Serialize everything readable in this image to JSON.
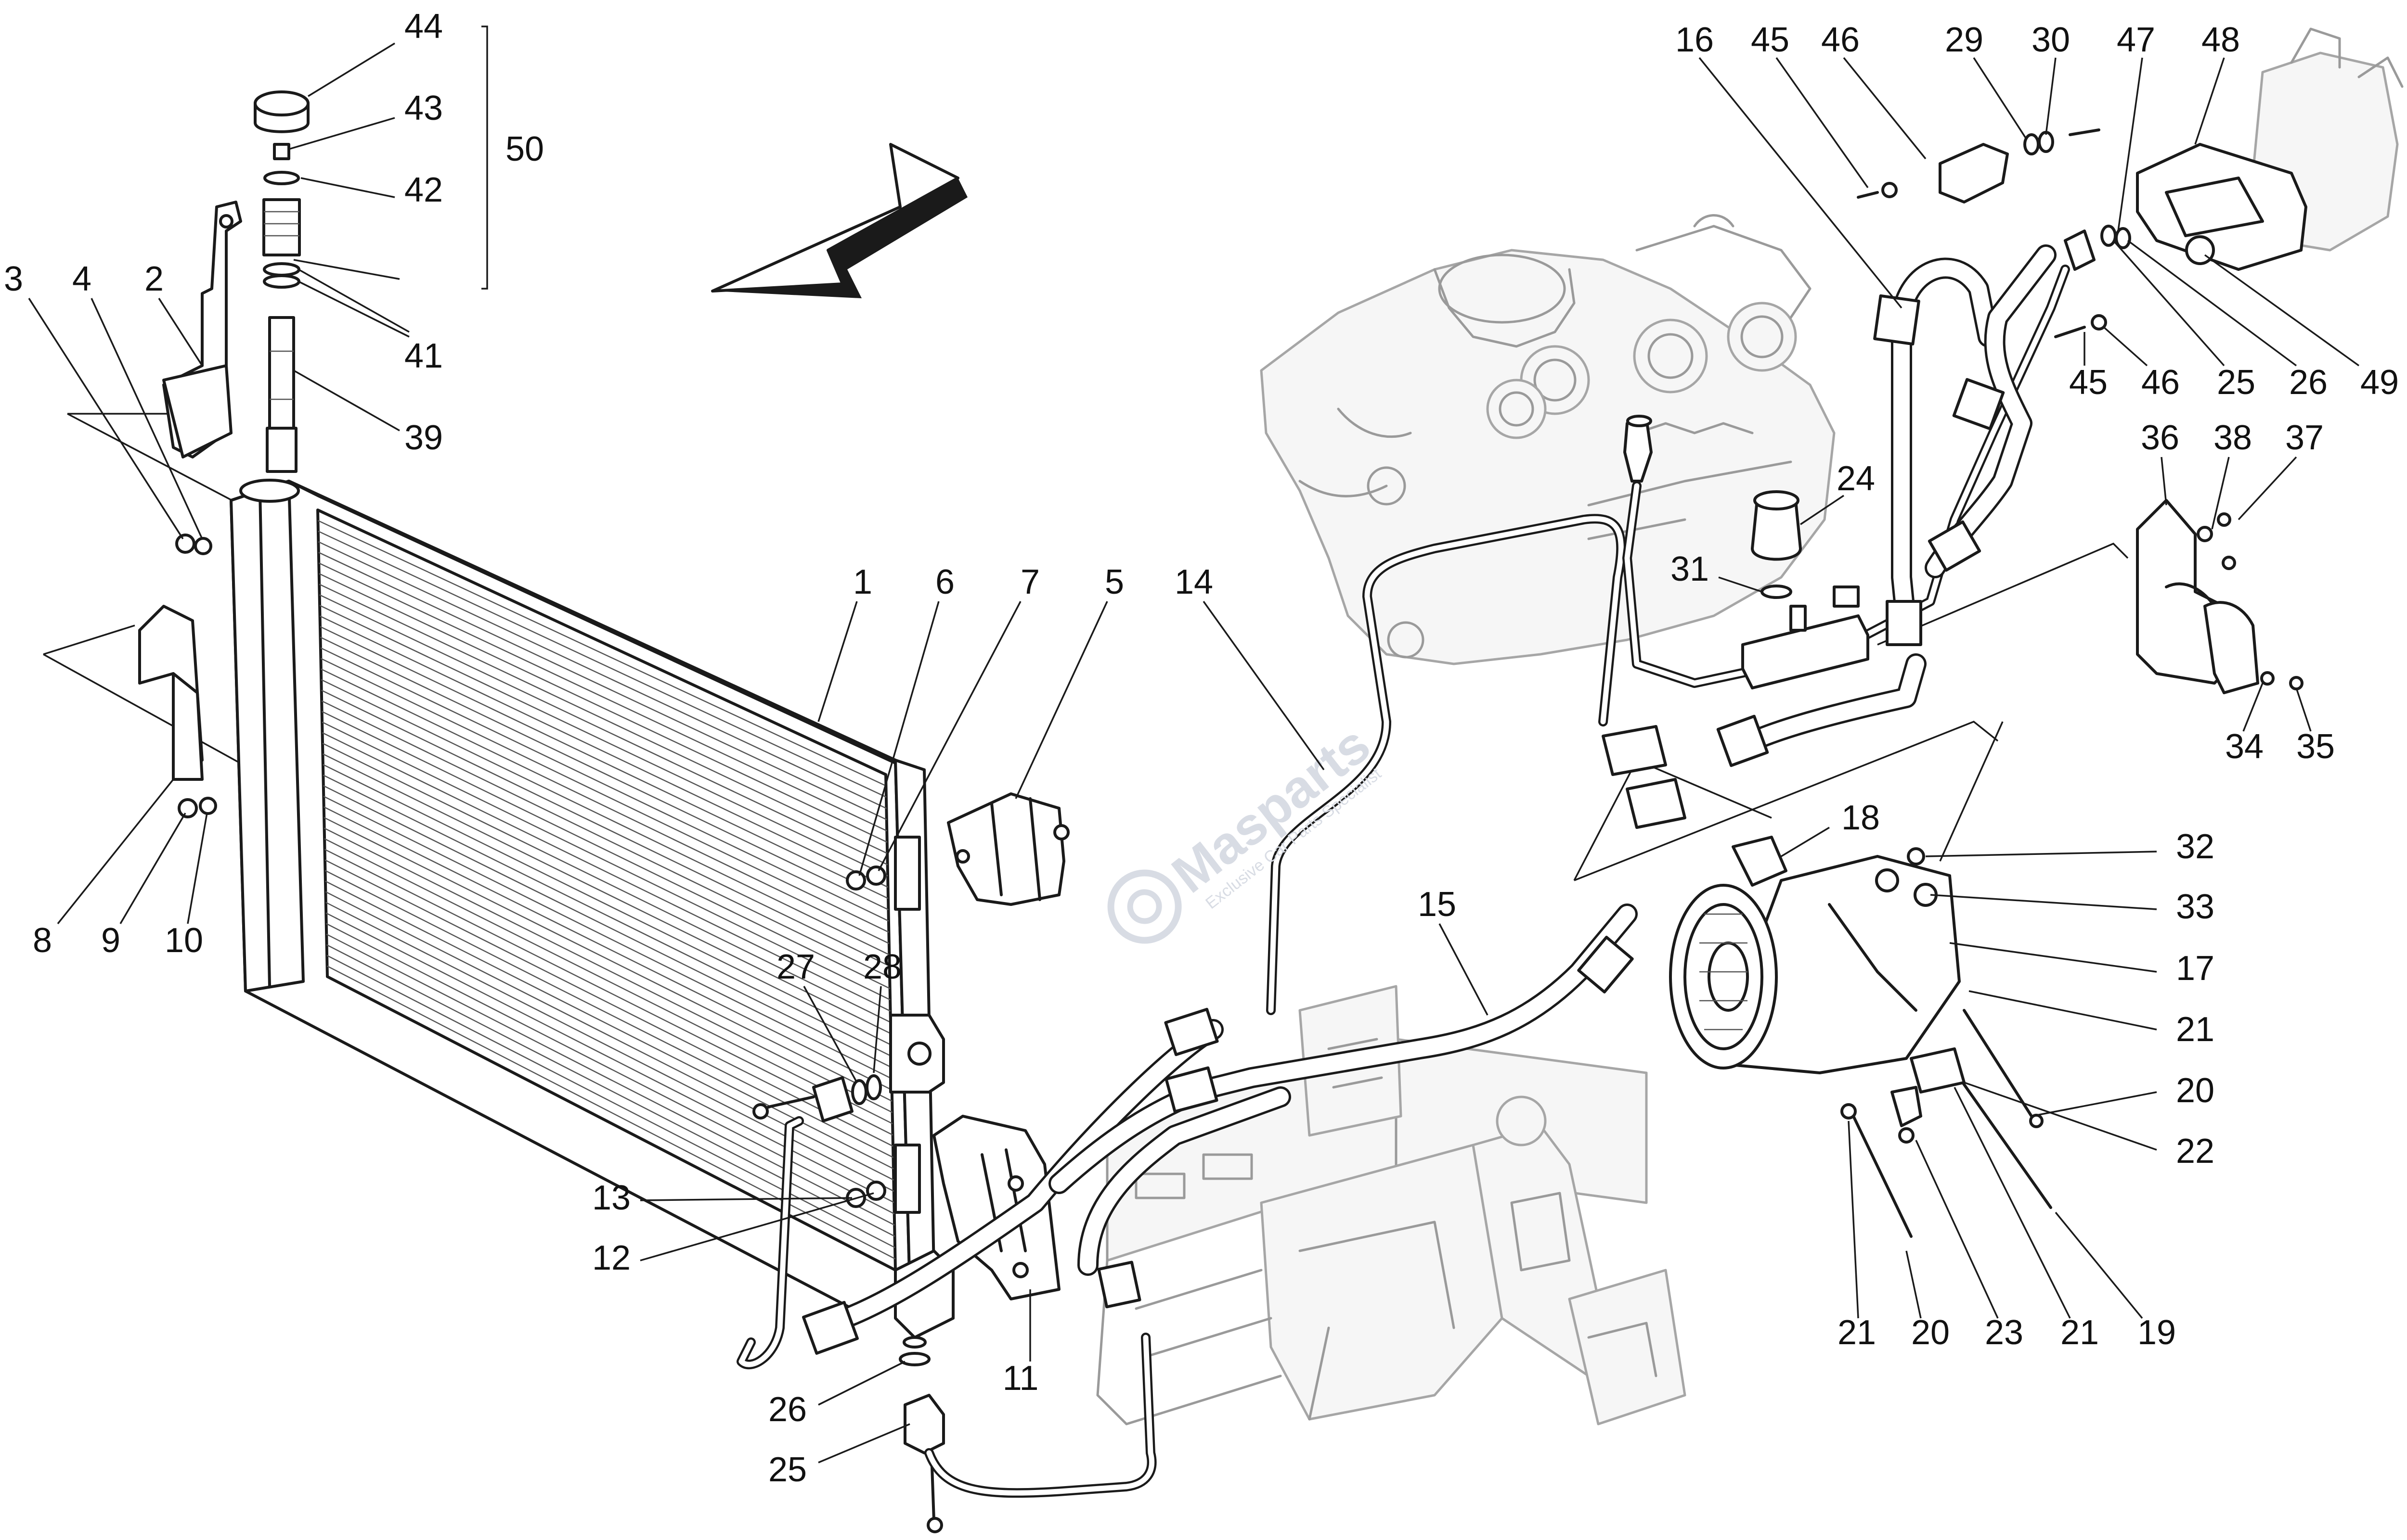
{
  "watermark": {
    "brand": "Masparts",
    "tagline": "Exclusive Car Parts Specialist"
  },
  "callouts": [
    {
      "id": "c44a",
      "label": "44"
    },
    {
      "id": "c43a",
      "label": "43"
    },
    {
      "id": "c42a",
      "label": "42"
    },
    {
      "id": "c50a",
      "label": "50"
    },
    {
      "id": "c41a",
      "label": "41"
    },
    {
      "id": "c39a",
      "label": "39"
    },
    {
      "id": "c3a",
      "label": "3"
    },
    {
      "id": "c4a",
      "label": "4"
    },
    {
      "id": "c2a",
      "label": "2"
    },
    {
      "id": "c8a",
      "label": "8"
    },
    {
      "id": "c9a",
      "label": "9"
    },
    {
      "id": "c10a",
      "label": "10"
    },
    {
      "id": "c1a",
      "label": "1"
    },
    {
      "id": "c6a",
      "label": "6"
    },
    {
      "id": "c7a",
      "label": "7"
    },
    {
      "id": "c5a",
      "label": "5"
    },
    {
      "id": "c14a",
      "label": "14"
    },
    {
      "id": "c27a",
      "label": "27"
    },
    {
      "id": "c28a",
      "label": "28"
    },
    {
      "id": "c13a",
      "label": "13"
    },
    {
      "id": "c12a",
      "label": "12"
    },
    {
      "id": "c11a",
      "label": "11"
    },
    {
      "id": "c26a",
      "label": "26"
    },
    {
      "id": "c25a",
      "label": "25"
    },
    {
      "id": "c15a",
      "label": "15"
    },
    {
      "id": "c16a",
      "label": "16"
    },
    {
      "id": "c45a",
      "label": "45"
    },
    {
      "id": "c46a",
      "label": "46"
    },
    {
      "id": "c29a",
      "label": "29"
    },
    {
      "id": "c30a",
      "label": "30"
    },
    {
      "id": "c47a",
      "label": "47"
    },
    {
      "id": "c48a",
      "label": "48"
    },
    {
      "id": "c45b",
      "label": "45"
    },
    {
      "id": "c46b",
      "label": "46"
    },
    {
      "id": "c25b",
      "label": "25"
    },
    {
      "id": "c26b",
      "label": "26"
    },
    {
      "id": "c49a",
      "label": "49"
    },
    {
      "id": "c24a",
      "label": "24"
    },
    {
      "id": "c31a",
      "label": "31"
    },
    {
      "id": "c36a",
      "label": "36"
    },
    {
      "id": "c38a",
      "label": "38"
    },
    {
      "id": "c37a",
      "label": "37"
    },
    {
      "id": "c34a",
      "label": "34"
    },
    {
      "id": "c35a",
      "label": "35"
    },
    {
      "id": "c18a",
      "label": "18"
    },
    {
      "id": "c32a",
      "label": "32"
    },
    {
      "id": "c33a",
      "label": "33"
    },
    {
      "id": "c17a",
      "label": "17"
    },
    {
      "id": "c21a",
      "label": "21"
    },
    {
      "id": "c20a",
      "label": "20"
    },
    {
      "id": "c22a",
      "label": "22"
    },
    {
      "id": "c21b",
      "label": "21"
    },
    {
      "id": "c20b",
      "label": "20"
    },
    {
      "id": "c23a",
      "label": "23"
    },
    {
      "id": "c21c",
      "label": "21"
    },
    {
      "id": "c19a",
      "label": "19"
    }
  ]
}
